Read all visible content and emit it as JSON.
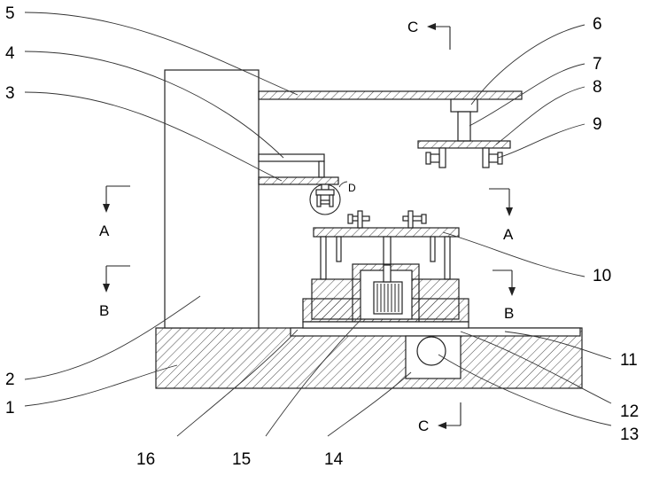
{
  "part_labels": {
    "n1": "1",
    "n2": "2",
    "n3": "3",
    "n4": "4",
    "n5": "5",
    "n6": "6",
    "n7": "7",
    "n8": "8",
    "n9": "9",
    "n10": "10",
    "n11": "11",
    "n12": "12",
    "n13": "13",
    "n14": "14",
    "n15": "15",
    "n16": "16"
  },
  "section_labels": {
    "a": "A",
    "b": "B",
    "c": "C"
  },
  "detail_label": "D",
  "colors": {
    "line": "#222222",
    "background": "#ffffff"
  }
}
